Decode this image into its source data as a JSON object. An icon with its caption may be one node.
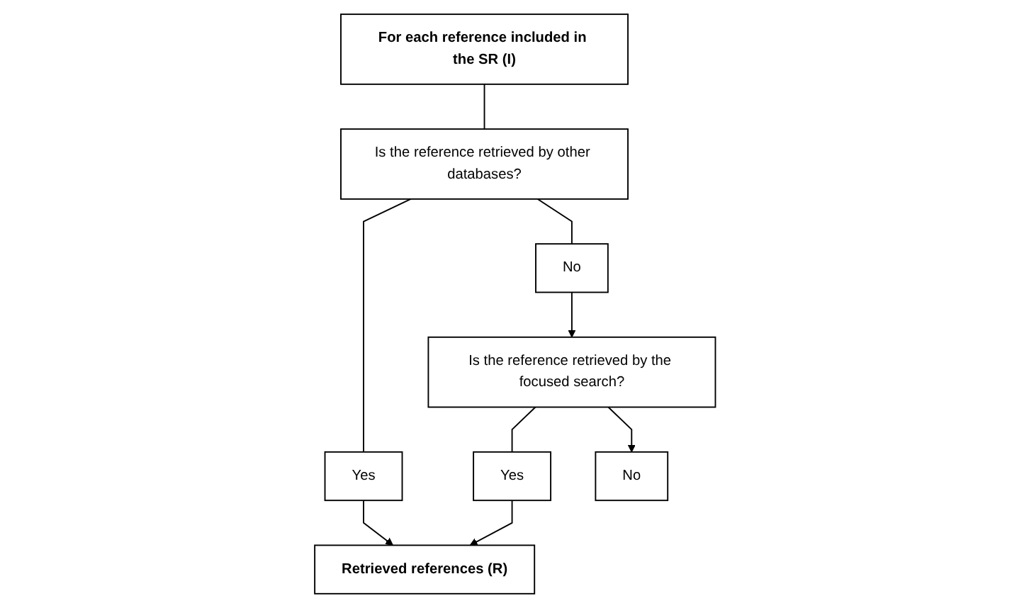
{
  "diagram": {
    "nodes": [
      {
        "text": [
          "For each reference included in the SR (I)"
        ]
      },
      {
        "text": [
          "Is the reference retrieved by other databases?"
        ]
      },
      {
        "text": [
          "Yes"
        ]
      },
      {
        "text": [
          "No"
        ]
      },
      {
        "text": [
          "Is the reference retrieved by the focused search?"
        ]
      },
      {
        "text": [
          "Yes"
        ]
      },
      {
        "text": [
          "Retrieved references (R)"
        ]
      },
      {
        "text": [
          "No"
        ]
      }
    ],
    "edges": [
      {
        "from": 0,
        "to": 1,
        "arrow": "none"
      },
      {
        "from": 1,
        "to": 2,
        "arrow": "none"
      },
      {
        "from": 1,
        "to": 3,
        "arrow": "none"
      },
      {
        "from": 2,
        "to": 6,
        "arrow": "to"
      },
      {
        "from": 3,
        "to": 4,
        "arrow": "to"
      },
      {
        "from": 4,
        "to": 5,
        "arrow": "none"
      },
      {
        "from": 5,
        "to": 6,
        "arrow": "to"
      },
      {
        "from": 4,
        "to": 7,
        "arrow": "to"
      }
    ]
  }
}
